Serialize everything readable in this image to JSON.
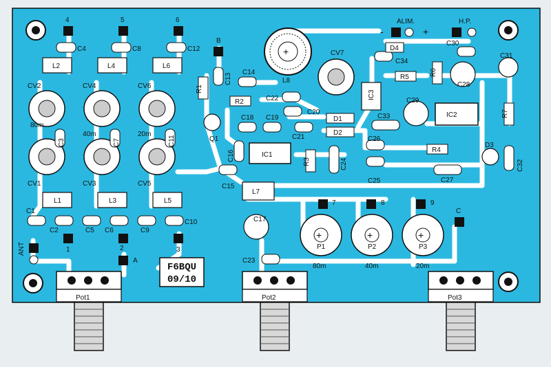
{
  "colors": {
    "board": "#2bb8e0",
    "copper": "#ffffff",
    "ink": "#111111",
    "paper": "#e9eef1"
  },
  "badge": {
    "line1": "F6BQU",
    "line2": "09/10"
  },
  "connectors": {
    "alim": "ALIM.",
    "hp": "H.P.",
    "minus": "-",
    "plus": "+",
    "ant": "ANT",
    "A": "A",
    "B": "B",
    "C": "C",
    "c1": "1",
    "c2": "2",
    "c3": "3",
    "c4": "4",
    "c5": "5",
    "c6": "6",
    "c7": "7",
    "c8": "8",
    "c9": "9"
  },
  "pots": {
    "pot1": "Pot1",
    "pot2": "Pot2",
    "pot3": "Pot3"
  },
  "bands": {
    "b80": "80m",
    "b40": "40m",
    "b20": "20m"
  },
  "parts": {
    "L1": "L1",
    "L2": "L2",
    "L3": "L3",
    "L4": "L4",
    "L5": "L5",
    "L6": "L6",
    "L7": "L7",
    "L8": "L8",
    "CV1": "CV1",
    "CV2": "CV2",
    "CV3": "CV3",
    "CV4": "CV4",
    "CV5": "CV5",
    "CV6": "CV6",
    "CV7": "CV7",
    "C1": "C1",
    "C2": "C2",
    "C3": "C3",
    "C4": "C4",
    "C5": "C5",
    "C6": "C6",
    "C7": "C7",
    "C8": "C8",
    "C9": "C9",
    "C10": "C10",
    "C11": "C11",
    "C12": "C12",
    "C13": "C13",
    "C14": "C14",
    "C15": "C15",
    "C16": "C16",
    "C17": "C17",
    "C18": "C18",
    "C19": "C19",
    "C20": "C20",
    "C21": "C21",
    "C22": "C22",
    "C23": "C23",
    "C24": "C24",
    "C25": "C25",
    "C26": "C26",
    "C27": "C27",
    "C28": "C28",
    "C29": "C29",
    "C30": "C30",
    "C31": "C31",
    "C32": "C32",
    "C33": "C33",
    "C34": "C34",
    "R1": "R1",
    "R2": "R2",
    "R3": "R3",
    "R4": "R4",
    "R5": "R5",
    "R6": "R6",
    "R7": "R7",
    "D1": "D1",
    "D2": "D2",
    "D3": "D3",
    "D4": "D4",
    "Q1": "Q1",
    "IC1": "IC1",
    "IC2": "IC2",
    "IC3": "IC3",
    "P1": "P1",
    "P2": "P2",
    "P3": "P3"
  }
}
